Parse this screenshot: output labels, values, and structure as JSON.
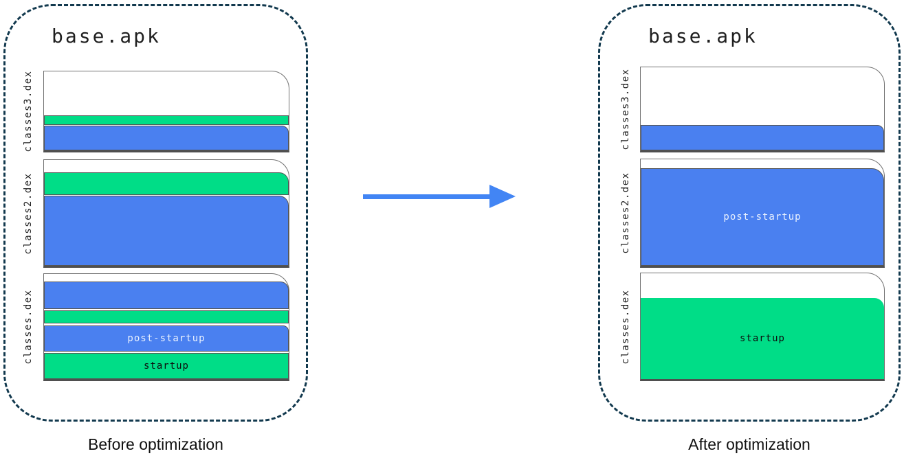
{
  "colors": {
    "blue": "#4a80f0",
    "green": "#00dd87",
    "container_border": "#12394e",
    "file_border": "#707070",
    "band_border": "#555555",
    "arrow": "#4285f4",
    "text_dark": "#1f1f1f",
    "band_text_light": "#eaf1fe",
    "band_text_dark": "#0d0d0d"
  },
  "before": {
    "title": "base.apk",
    "caption": "Before optimization",
    "file_labels": [
      "classes3.dex",
      "classes2.dex",
      "classes.dex"
    ],
    "bands": {
      "post_startup": "post-startup",
      "startup": "startup"
    }
  },
  "after": {
    "title": "base.apk",
    "caption": "After optimization",
    "file_labels": [
      "classes3.dex",
      "classes2.dex",
      "classes.dex"
    ],
    "bands": {
      "post_startup": "post-startup",
      "startup": "startup"
    }
  }
}
